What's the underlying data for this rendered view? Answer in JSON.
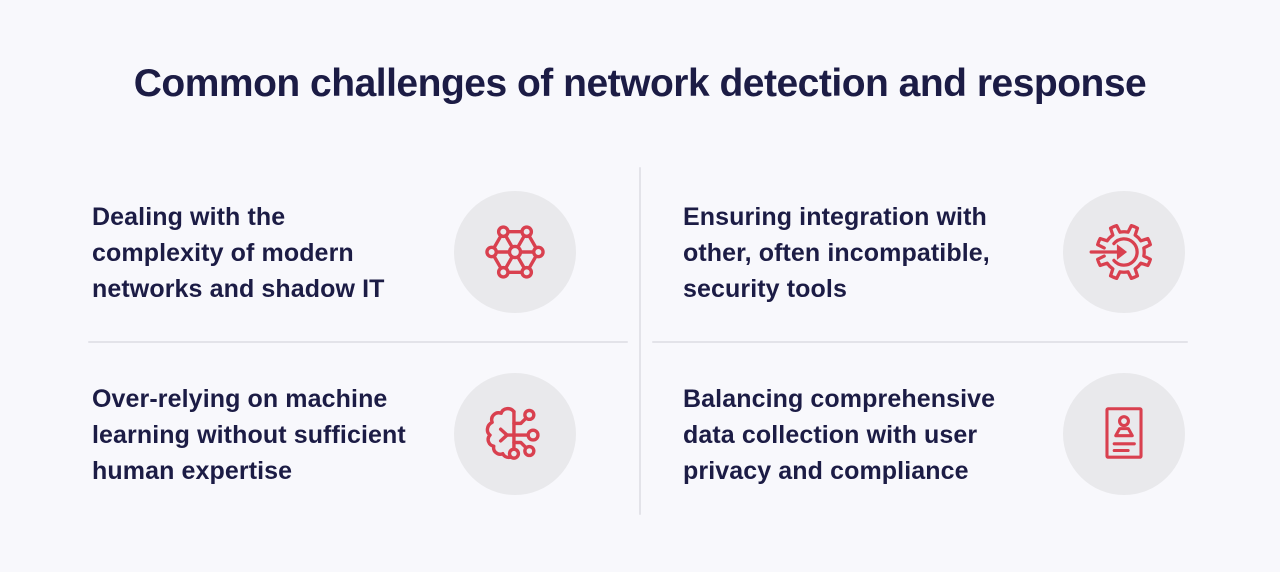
{
  "title": "Common challenges of network detection and response",
  "challenges": [
    {
      "text": "Dealing with the\ncomplexity of modern\nnetworks and shadow IT",
      "icon": "network-mesh-icon"
    },
    {
      "text": "Ensuring integration with\nother, often incompatible,\nsecurity tools",
      "icon": "integration-gear-arrow-icon"
    },
    {
      "text": "Over-relying on machine\nlearning without sufficient\nhuman expertise",
      "icon": "machine-learning-brain-circuit-icon"
    },
    {
      "text": "Balancing comprehensive\ndata collection with user\nprivacy and compliance",
      "icon": "privacy-compliance-document-icon"
    }
  ],
  "colors": {
    "background": "#f8f8fc",
    "text": "#1c1c45",
    "accent": "#d9404f",
    "icon_circle": "#e9e9ec",
    "divider": "#e3e3e9"
  }
}
